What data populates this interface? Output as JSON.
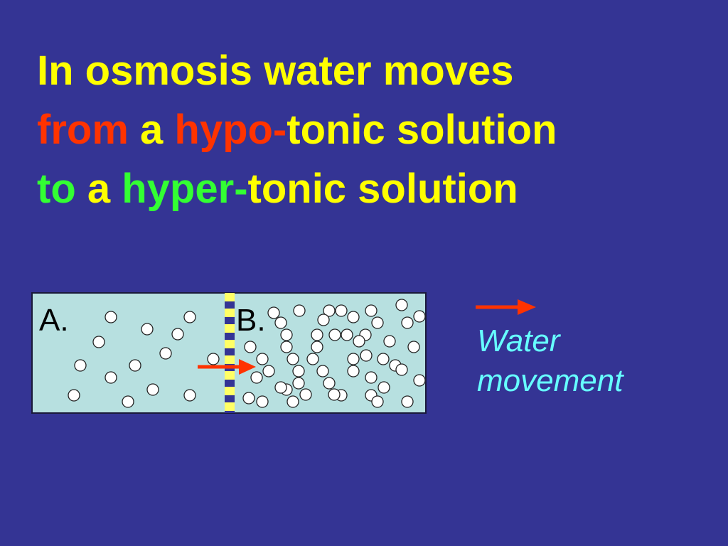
{
  "title": {
    "line1": {
      "text": "In osmosis water moves"
    },
    "line2": {
      "w1": "from",
      "w2": " a ",
      "w3": "hypo-",
      "w4": "tonic solution"
    },
    "line3": {
      "w1": "to",
      "w2": " a ",
      "w3": "hyper-",
      "w4": "tonic solution"
    }
  },
  "diagram": {
    "label_a": "A.",
    "label_b": "B.",
    "compartment_a_particle_count": 14,
    "compartment_b_particle_count": 52
  },
  "legend": {
    "line1": "Water",
    "line2": "movement"
  },
  "colors": {
    "background": "#343494",
    "title_default": "#ffff00",
    "emphasis_from": "#ff3300",
    "emphasis_to": "#33ff33",
    "container_fill": "#b7e0e0",
    "membrane_dash": "#ffff66",
    "membrane_base": "#343494",
    "particle_fill": "#ffffff",
    "arrow": "#ff3300",
    "legend_text": "#66ffff",
    "label_text": "#000000"
  },
  "icons": [
    "right-arrow-icon"
  ]
}
